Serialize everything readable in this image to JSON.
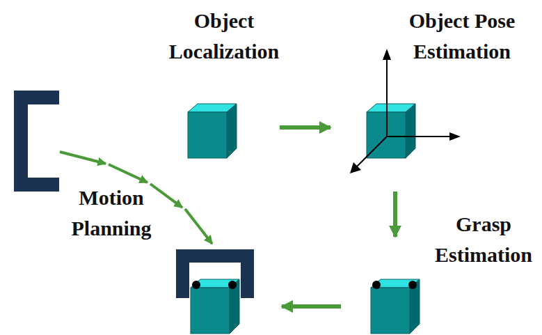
{
  "diagram": {
    "nodes": [
      {
        "text": [
          "Object Localization"
        ]
      },
      {
        "text": [
          "Object Pose Estimation"
        ]
      },
      {
        "text": [
          "Grasp Estimation"
        ]
      },
      {
        "text": [
          "Motion Planning"
        ]
      }
    ],
    "edges": [
      {
        "from": 0,
        "to": 1,
        "arrow": "to"
      },
      {
        "from": 1,
        "to": 2,
        "arrow": "to"
      },
      {
        "from": 2,
        "to": 3,
        "arrow": "to"
      }
    ]
  }
}
